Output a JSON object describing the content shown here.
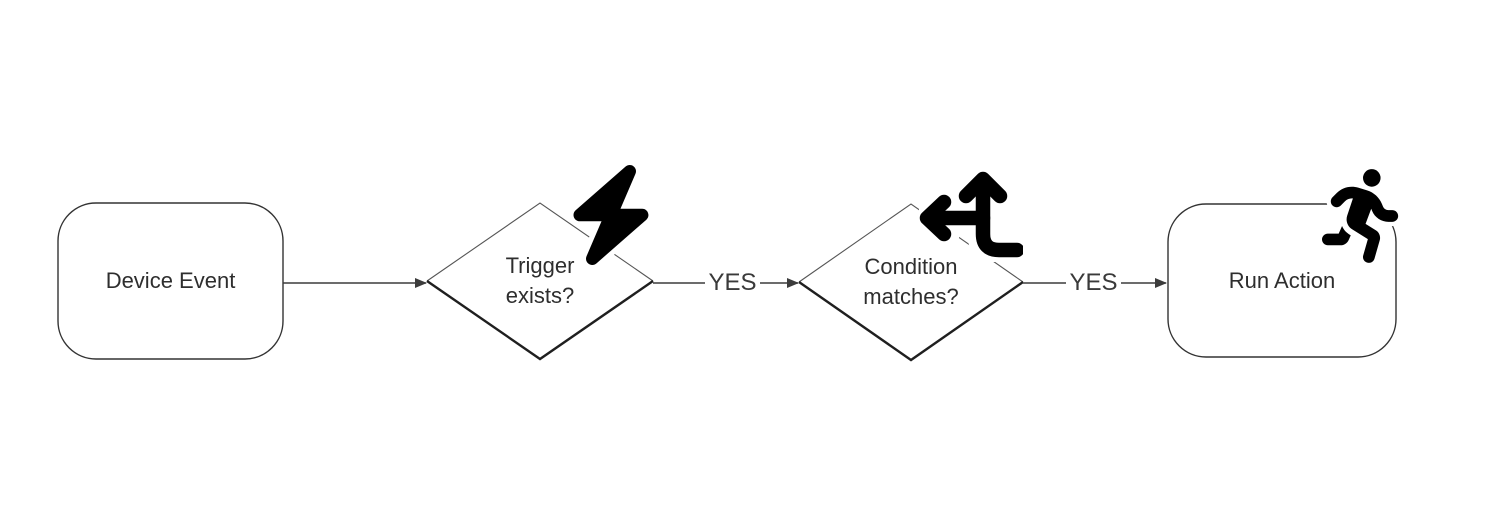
{
  "diagram": {
    "type": "flowchart",
    "direction": "left-to-right",
    "nodes": [
      {
        "id": "device-event",
        "shape": "rounded-rectangle",
        "label": "Device Event"
      },
      {
        "id": "trigger-exists",
        "shape": "diamond",
        "label": "Trigger\nexists?",
        "icon": "lightning-bolt-icon"
      },
      {
        "id": "condition-matches",
        "shape": "diamond",
        "label": "Condition\nmatches?",
        "icon": "split-arrows-icon"
      },
      {
        "id": "run-action",
        "shape": "rounded-rectangle",
        "label": "Run Action",
        "icon": "person-running-icon"
      }
    ],
    "edges": [
      {
        "from": "device-event",
        "to": "trigger-exists",
        "label": ""
      },
      {
        "from": "trigger-exists",
        "to": "condition-matches",
        "label": "YES"
      },
      {
        "from": "condition-matches",
        "to": "run-action",
        "label": "YES"
      }
    ],
    "colors": {
      "background": "#ffffff",
      "shape_fill": "#ffffff",
      "stroke_thin": "#555555",
      "stroke_thick": "#1f1f1f",
      "rect_stroke": "#333333",
      "connector": "#3c3c3c",
      "text": "#2e2e2e",
      "icon": "#000000"
    }
  }
}
